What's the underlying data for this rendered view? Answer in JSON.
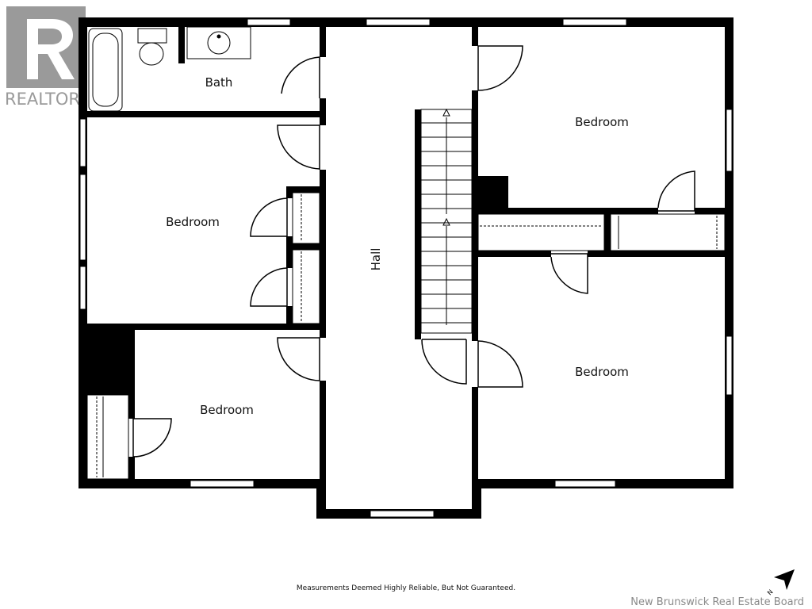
{
  "logo": {
    "brand": "REALTOR",
    "registered": "®"
  },
  "rooms": {
    "bath": "Bath",
    "bedroom_nw": "Bedroom",
    "bedroom_sw": "Bedroom",
    "hall": "Hall",
    "bedroom_ne": "Bedroom",
    "bedroom_se": "Bedroom"
  },
  "compass": {
    "label": "N"
  },
  "footer": {
    "disclaimer": "Measurements Deemed Highly Reliable, But Not Guaranteed.",
    "board": "New Brunswick Real Estate Board"
  },
  "colors": {
    "wall": "#000000",
    "logo_gray": "#9a9a9a",
    "board_gray": "#8a8a8a"
  }
}
